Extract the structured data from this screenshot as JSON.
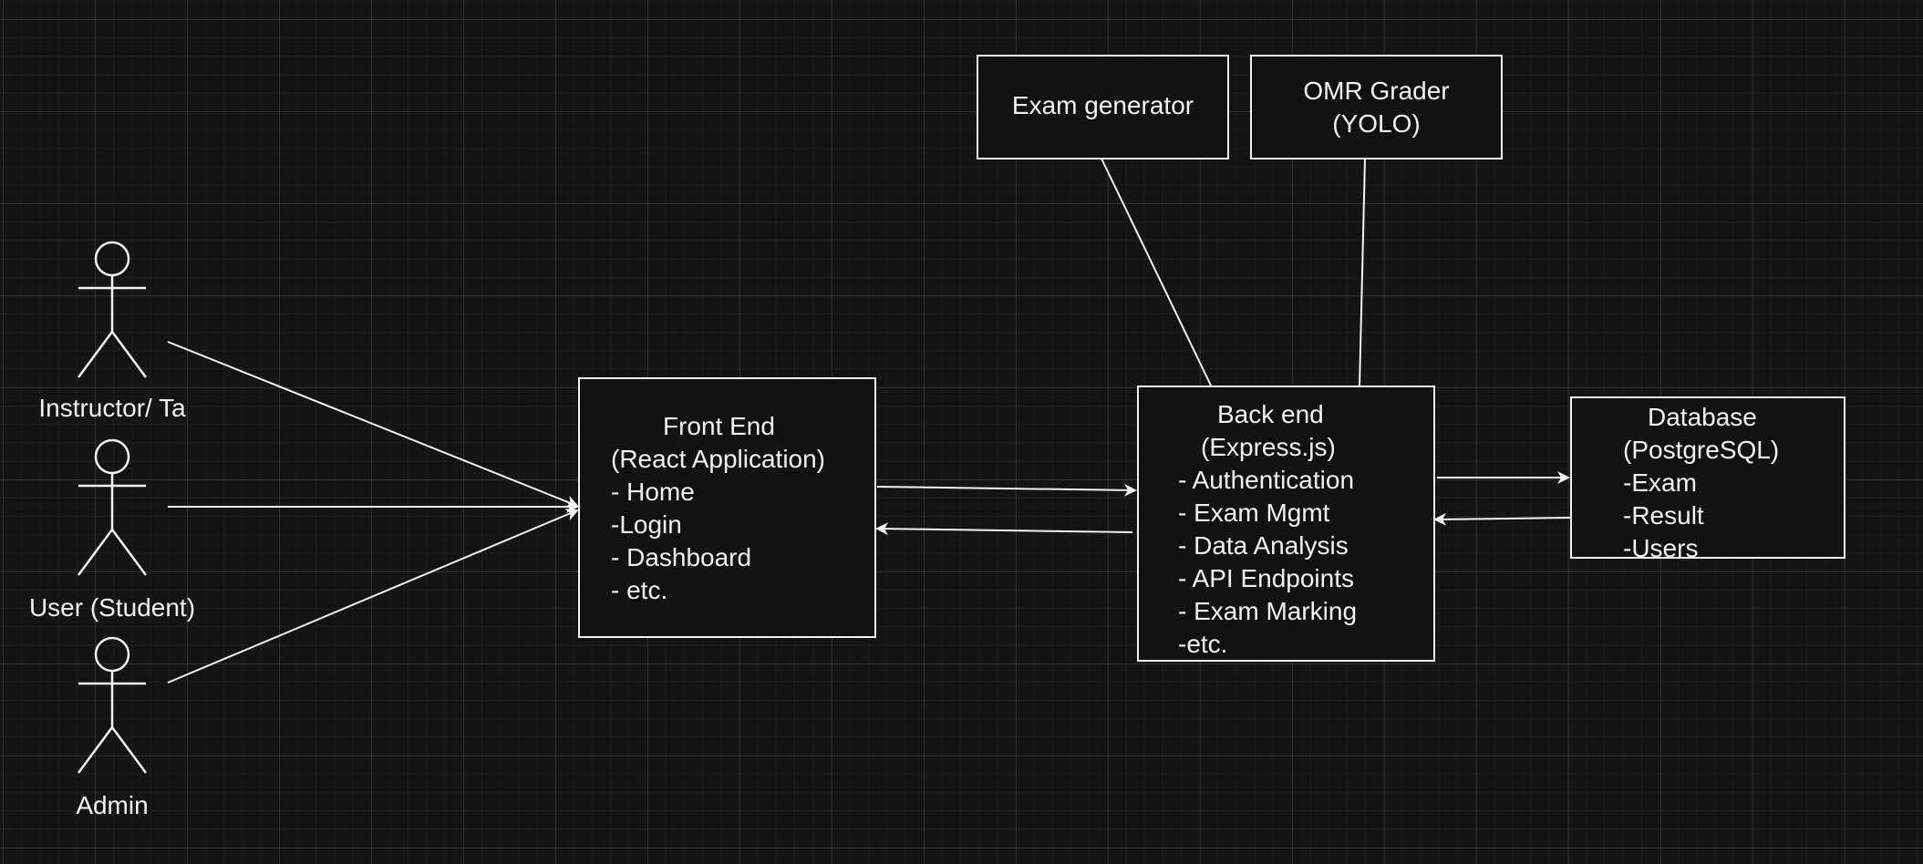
{
  "actors": [
    {
      "label": "Instructor/ Ta"
    },
    {
      "label": "User (Student)"
    },
    {
      "label": "Admin"
    }
  ],
  "frontend": {
    "title": "Front End",
    "subtitle": "(React Application)",
    "items": [
      "- Home",
      "-Login",
      "- Dashboard",
      "- etc."
    ]
  },
  "backend": {
    "title": "Back end",
    "subtitle": "(Express.js)",
    "items": [
      "- Authentication",
      "- Exam Mgmt",
      "- Data Analysis",
      "- API Endpoints",
      "- Exam Marking",
      "-etc."
    ]
  },
  "database": {
    "title": "Database",
    "subtitle": "(PostgreSQL)",
    "items": [
      "-Exam",
      "-Result",
      "-Users"
    ]
  },
  "exam_generator": {
    "label": "Exam generator"
  },
  "omr_grader": {
    "title": "OMR Grader",
    "subtitle": "(YOLO)"
  },
  "colors": {
    "background": "#141414",
    "stroke": "#f2f2f2",
    "box_fill": "#121212"
  }
}
